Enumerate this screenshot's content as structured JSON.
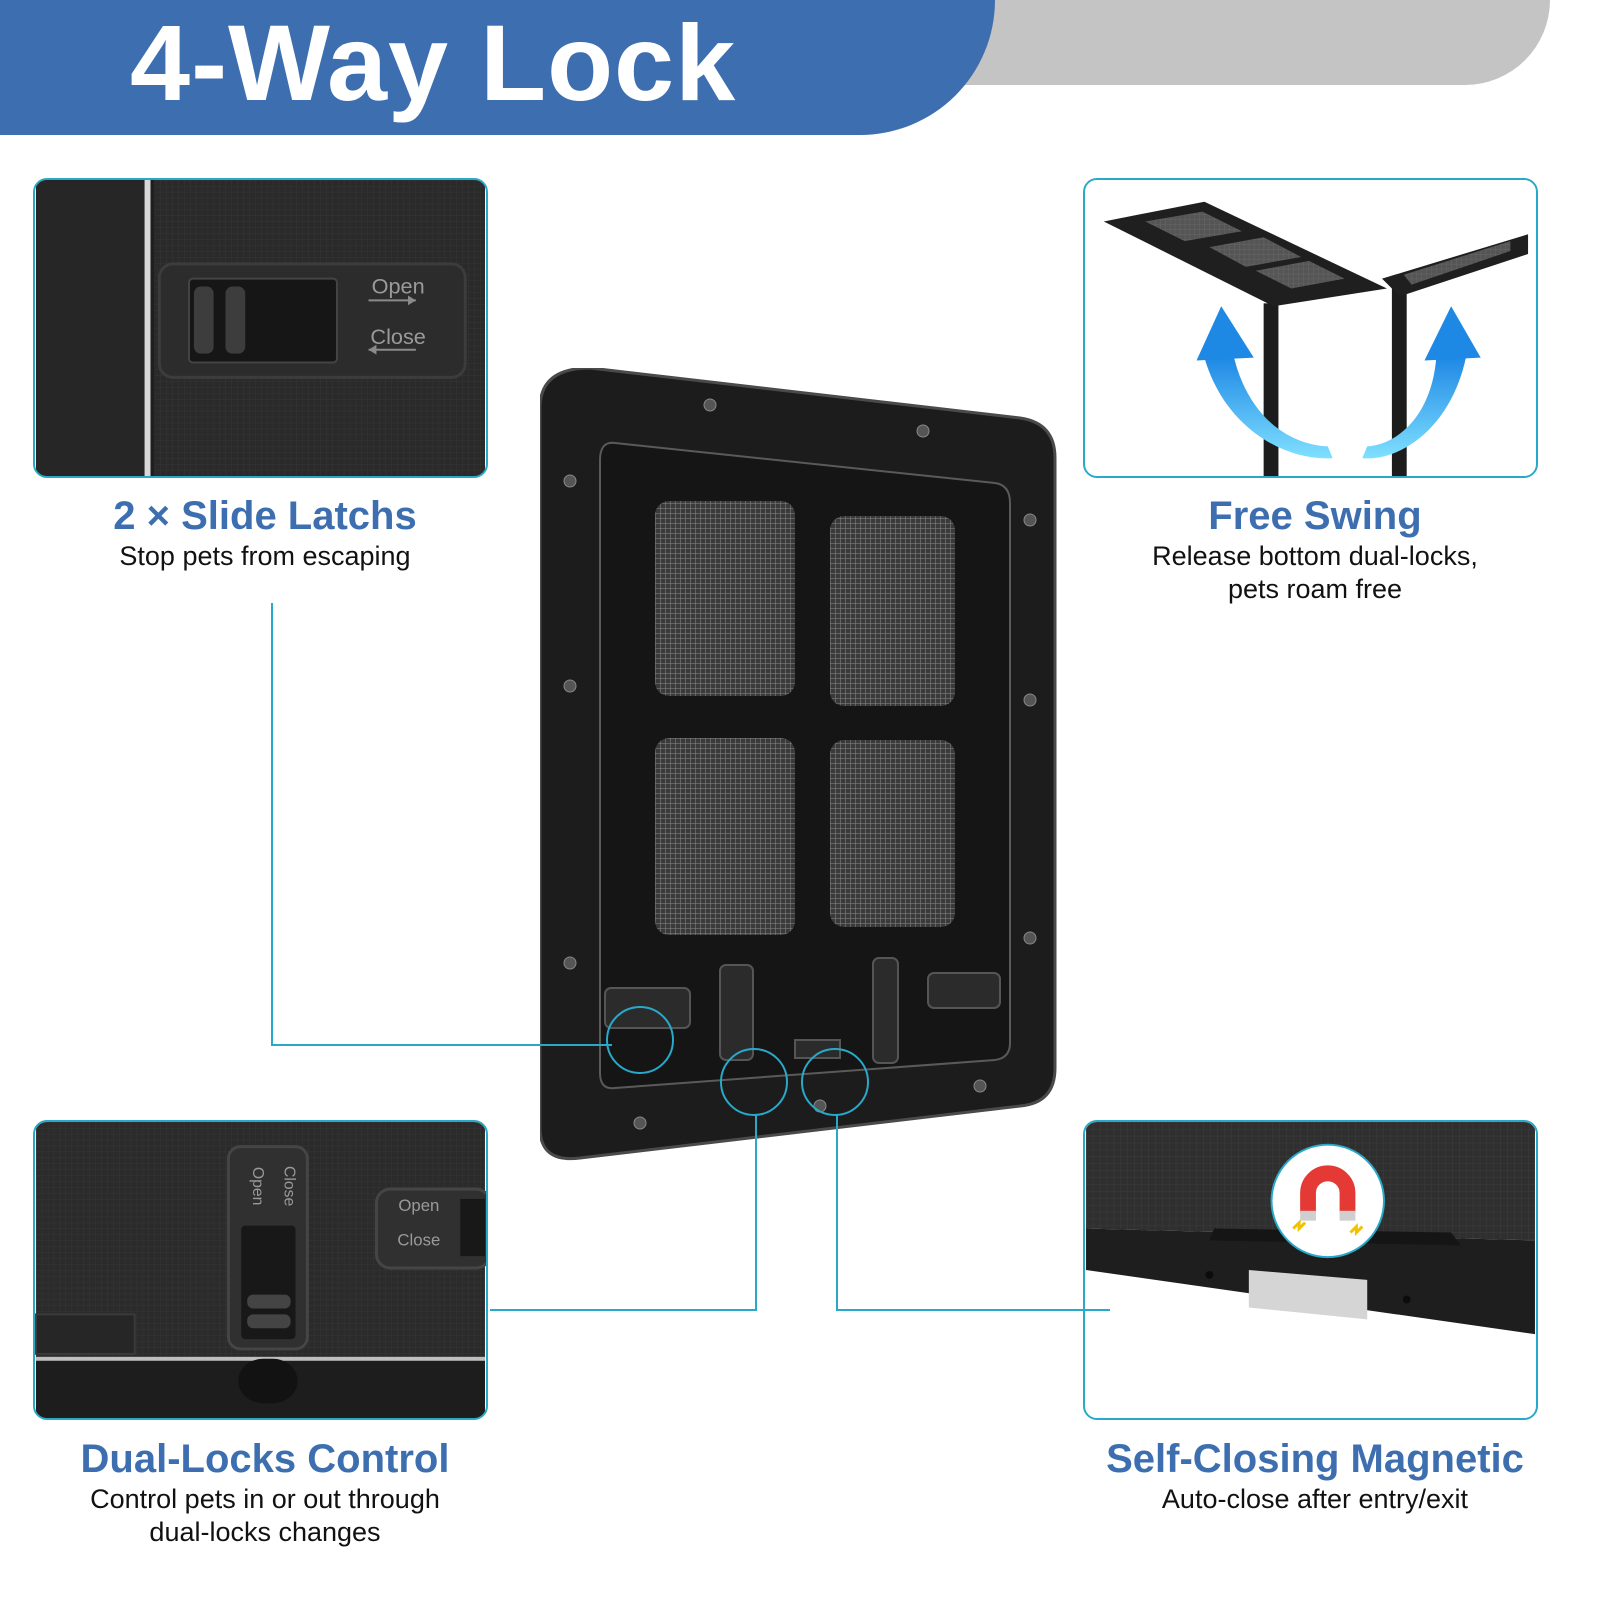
{
  "banner": {
    "title": "4-Way Lock",
    "color": "#3d6fb0",
    "accent_gray": "#c4c4c4"
  },
  "features": {
    "slide_latchs": {
      "title": "2 × Slide Latchs",
      "subtitle": "Stop pets from escaping"
    },
    "free_swing": {
      "title": "Free Swing",
      "subtitle_line1": "Release bottom dual-locks,",
      "subtitle_line2": "pets roam free"
    },
    "dual_locks": {
      "title": "Dual-Locks Control",
      "subtitle_line1": "Control pets in or out through",
      "subtitle_line2": "dual-locks changes"
    },
    "self_closing": {
      "title": "Self-Closing Magnetic",
      "subtitle": "Auto-close after entry/exit"
    }
  },
  "panel_labels": {
    "latch_open": "Open",
    "latch_close": "Close",
    "dual_open": "Open",
    "dual_close": "Close",
    "side_open": "Open",
    "side_close": "Close"
  },
  "icons": [
    "slide-latch-image",
    "swing-arrows-icon",
    "dual-lock-image",
    "magnet-icon",
    "pet-door-image"
  ],
  "colors": {
    "title_blue": "#3d6fb0",
    "callout_line": "#29a9c9",
    "arrow_blue": "#2a9df4",
    "door_black": "#1c1c1c"
  }
}
